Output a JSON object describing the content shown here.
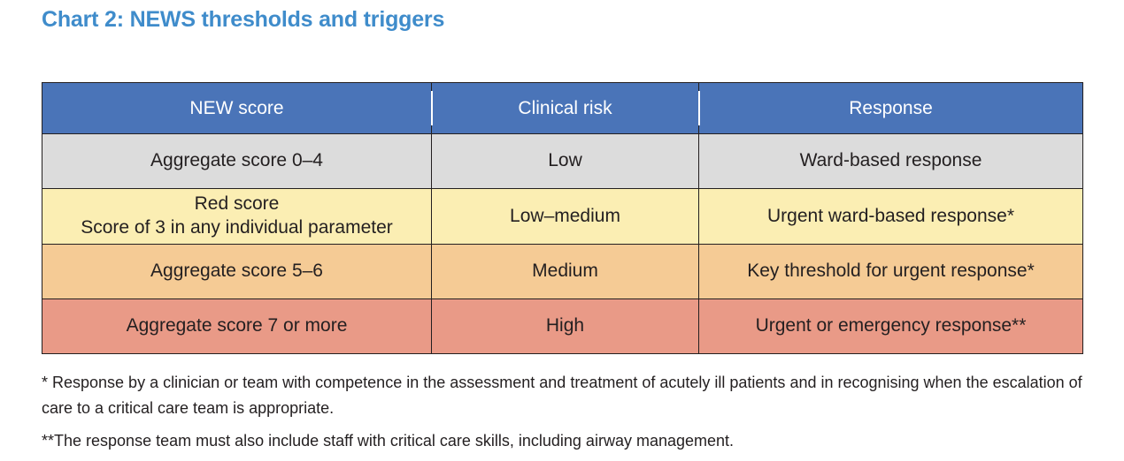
{
  "title": "Chart 2: NEWS thresholds and triggers",
  "colors": {
    "title": "#3f8ccb",
    "header_bg": "#4a74b8",
    "header_text": "#ffffff",
    "row_low": "#dcdcdc",
    "row_low_medium": "#fbeeb3",
    "row_medium": "#f5cb95",
    "row_high": "#e99a87",
    "border": "#231f20",
    "body_text": "#231f20"
  },
  "table": {
    "headers": [
      "NEW score",
      "Clinical risk",
      "Response"
    ],
    "rows": [
      {
        "score_lines": [
          "Aggregate score 0–4"
        ],
        "risk": "Low",
        "response": "Ward-based response",
        "risk_level": "low"
      },
      {
        "score_lines": [
          "Red score",
          "Score of 3 in any individual parameter"
        ],
        "risk": "Low–medium",
        "response": "Urgent ward-based response*",
        "risk_level": "low-medium"
      },
      {
        "score_lines": [
          "Aggregate score 5–6"
        ],
        "risk": "Medium",
        "response": "Key threshold for urgent response*",
        "risk_level": "medium"
      },
      {
        "score_lines": [
          "Aggregate score 7 or more"
        ],
        "risk": "High",
        "response": "Urgent or emergency response**",
        "risk_level": "high"
      }
    ]
  },
  "footnotes": [
    "* Response by a clinician or team with competence in the assessment and treatment of acutely ill patients and in recognising when the escalation of care to a critical care team is appropriate.",
    "**The response team must also include staff with critical care skills, including airway management."
  ]
}
